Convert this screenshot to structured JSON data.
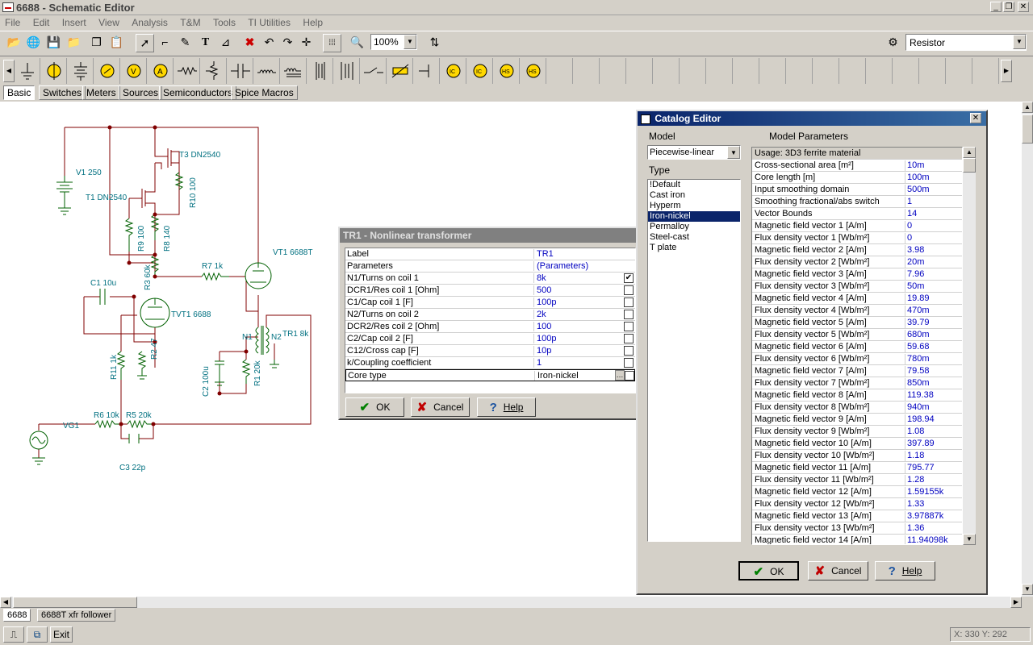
{
  "window": {
    "title": "6688 - Schematic Editor"
  },
  "menu": [
    "File",
    "Edit",
    "Insert",
    "View",
    "Analysis",
    "T&M",
    "Tools",
    "TI Utilities",
    "Help"
  ],
  "toolbar": {
    "zoom": "100%",
    "component": "Resistor"
  },
  "component_tabs": [
    "Basic",
    "Switches",
    "Meters",
    "Sources",
    "Semiconductors",
    "Spice Macros"
  ],
  "schematic_labels": {
    "v1": "V1 250",
    "t3": "T3 DN2540",
    "t1": "T1 DN2540",
    "r10": "R10 100",
    "r9": "R9 100",
    "r8": "R8 140",
    "vt1": "VT1 6688T",
    "r7": "R7 1k",
    "c1": "C1 10u",
    "r3": "R3 60k",
    "tvt1": "TVT1 6688",
    "r2": "R2 47",
    "r11": "R11 1k",
    "n1": "N1",
    "n2": "N2",
    "tr1": "TR1 8k",
    "c2": "C2 100u",
    "r1": "R1 20k",
    "r6": "R6 10k",
    "r5": "R5 20k",
    "vg1": "VG1",
    "c3": "C3 22p"
  },
  "tr1_dialog": {
    "title": "TR1 - Nonlinear transformer",
    "rows": [
      {
        "label": "Label",
        "value": "TR1",
        "check": ""
      },
      {
        "label": "Parameters",
        "value": "(Parameters)",
        "check": ""
      },
      {
        "label": "N1/Turns on coil 1",
        "value": "8k",
        "check": "✔"
      },
      {
        "label": "DCR1/Res coil 1 [Ohm]",
        "value": "500",
        "check": " "
      },
      {
        "label": "C1/Cap coil 1   [F]",
        "value": "100p",
        "check": " "
      },
      {
        "label": "N2/Turns on coil 2",
        "value": "2k",
        "check": " "
      },
      {
        "label": "DCR2/Res coil 2 [Ohm]",
        "value": "100",
        "check": " "
      },
      {
        "label": "C2/Cap coil 2   [F]",
        "value": "100p",
        "check": " "
      },
      {
        "label": "C12/Cross cap   [F]",
        "value": "10p",
        "check": " "
      },
      {
        "label": "k/Coupling coefficient",
        "value": "1",
        "check": " "
      },
      {
        "label": "Core type",
        "value": "Iron-nickel",
        "check": " "
      }
    ],
    "ok": "OK",
    "cancel": "Cancel",
    "help": "Help"
  },
  "catalog": {
    "title": "Catalog Editor",
    "model_label": "Model",
    "model_value": "Piecewise-linear",
    "type_label": "Type",
    "types": [
      "!Default",
      "Cast iron",
      "Hyperm",
      "Iron-nickel",
      "Permalloy",
      "Steel-cast",
      "T plate"
    ],
    "params_label": "Model Parameters",
    "usage": "Usage: 3D3 ferrite material",
    "params": [
      {
        "name": "Cross-sectional area [m²]",
        "value": "10m"
      },
      {
        "name": "Core length [m]",
        "value": "100m"
      },
      {
        "name": "Input smoothing domain",
        "value": "500m"
      },
      {
        "name": "Smoothing fractional/abs switch",
        "value": "1"
      },
      {
        "name": "Vector Bounds",
        "value": "14"
      },
      {
        "name": "Magnetic field vector 1 [A/m]",
        "value": "0"
      },
      {
        "name": "Flux density vector 1 [Wb/m²]",
        "value": "0"
      },
      {
        "name": "Magnetic field vector 2 [A/m]",
        "value": "3.98"
      },
      {
        "name": "Flux density vector 2 [Wb/m²]",
        "value": "20m"
      },
      {
        "name": "Magnetic field vector 3 [A/m]",
        "value": "7.96"
      },
      {
        "name": "Flux density vector 3 [Wb/m²]",
        "value": "50m"
      },
      {
        "name": "Magnetic field vector 4 [A/m]",
        "value": "19.89"
      },
      {
        "name": "Flux density vector 4 [Wb/m²]",
        "value": "470m"
      },
      {
        "name": "Magnetic field vector 5 [A/m]",
        "value": "39.79"
      },
      {
        "name": "Flux density vector 5 [Wb/m²]",
        "value": "680m"
      },
      {
        "name": "Magnetic field vector 6 [A/m]",
        "value": "59.68"
      },
      {
        "name": "Flux density vector 6 [Wb/m²]",
        "value": "780m"
      },
      {
        "name": "Magnetic field vector 7 [A/m]",
        "value": "79.58"
      },
      {
        "name": "Flux density vector 7 [Wb/m²]",
        "value": "850m"
      },
      {
        "name": "Magnetic field vector 8 [A/m]",
        "value": "119.38"
      },
      {
        "name": "Flux density vector 8 [Wb/m²]",
        "value": "940m"
      },
      {
        "name": "Magnetic field vector 9 [A/m]",
        "value": "198.94"
      },
      {
        "name": "Flux density vector 9 [Wb/m²]",
        "value": "1.08"
      },
      {
        "name": "Magnetic field vector 10 [A/m]",
        "value": "397.89"
      },
      {
        "name": "Flux density vector 10 [Wb/m²]",
        "value": "1.18"
      },
      {
        "name": "Magnetic field vector 11 [A/m]",
        "value": "795.77"
      },
      {
        "name": "Flux density vector 11 [Wb/m²]",
        "value": "1.28"
      },
      {
        "name": "Magnetic field vector 12 [A/m]",
        "value": "1.59155k"
      },
      {
        "name": "Flux density vector 12 [Wb/m²]",
        "value": "1.33"
      },
      {
        "name": "Magnetic field vector 13 [A/m]",
        "value": "3.97887k"
      },
      {
        "name": "Flux density vector 13 [Wb/m²]",
        "value": "1.36"
      },
      {
        "name": "Magnetic field vector 14 [A/m]",
        "value": "11.94098k"
      }
    ],
    "ok": "OK",
    "cancel": "Cancel",
    "help": "Help"
  },
  "doc_tabs": [
    "6688",
    "6688T xfr follower"
  ],
  "status": {
    "exit": "Exit",
    "coords": "X: 330 Y: 292"
  }
}
